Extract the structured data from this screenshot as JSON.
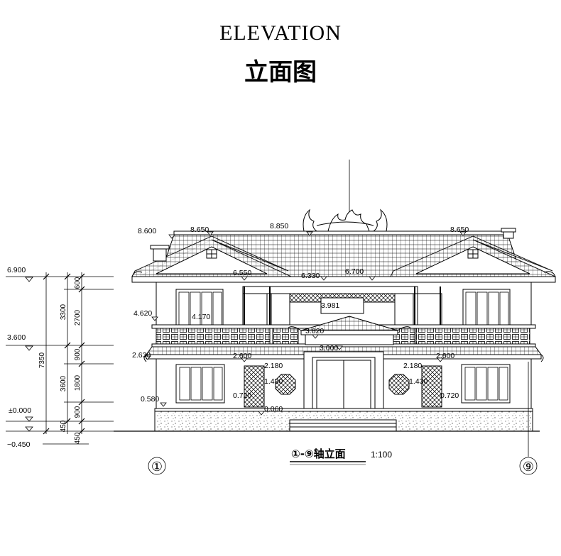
{
  "title_en": "ELEVATION",
  "title_zh": "立面图",
  "drawing_title": {
    "label": "①-⑨轴立面",
    "scale": "1:100"
  },
  "axis_labels": {
    "left": "①",
    "right": "⑨"
  },
  "levels_left": {
    "l6900": "6.900",
    "l3600": "3.600",
    "l0000": "±0.000",
    "lm450": "−0.450"
  },
  "dims_vertical": {
    "total": "7350",
    "upper": "3300",
    "lower": "3600",
    "d600": "600",
    "d2700": "2700",
    "d900a": "900",
    "d1800": "1800",
    "d900b": "900",
    "d450a": "450",
    "d450b": "450"
  },
  "elev_marks": {
    "e8600": "8.600",
    "e8650l": "8.650",
    "e8850": "8.850",
    "e8650r": "8.650",
    "e6550": "6.550",
    "e6330": "6.330",
    "e6700": "6.700",
    "e4620": "4.620",
    "e4170": "4.170",
    "e3981": "3.981",
    "e3820": "3.820",
    "e3000": "3.000",
    "e2630": "2.630",
    "e2600l": "2.600",
    "e2180l": "2.180",
    "e2180r": "2.180",
    "e2600r": "2.600",
    "e1430l": "1.430",
    "e1430r": "1.430",
    "e0720l": "0.720",
    "e0720r": "0.720",
    "e0580": "0.580",
    "e0060": "0.060"
  }
}
